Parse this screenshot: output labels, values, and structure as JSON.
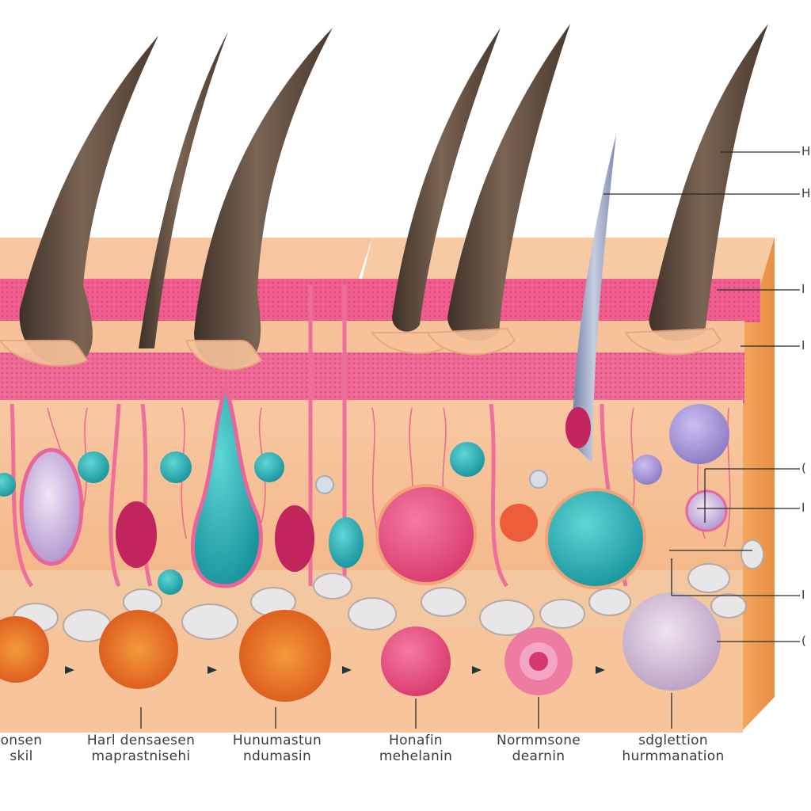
{
  "diagram": {
    "side_labels": [
      "H",
      "H",
      "I",
      "I",
      "(",
      "I",
      "I",
      "("
    ],
    "captions": [
      {
        "line1": "onsen",
        "line2": "skil"
      },
      {
        "line1": "Harl densaesen",
        "line2": "maprastnisehi"
      },
      {
        "line1": "Hunumastun",
        "line2": "ndumasin"
      },
      {
        "line1": "Honafin",
        "line2": "mehelanin"
      },
      {
        "line1": "Normmsone",
        "line2": "dearnin"
      },
      {
        "line1": "sdglettion",
        "line2": "hurmmanation"
      }
    ],
    "colors": {
      "epidermis": "#f05a8c",
      "dermis": "#f7c79a",
      "hair": "#6a5344",
      "cyan_cell": "#2bb3b8",
      "magenta_cell": "#c2245e",
      "orange_cell": "#e2661c",
      "lavender_cell": "#a99ad6"
    }
  }
}
